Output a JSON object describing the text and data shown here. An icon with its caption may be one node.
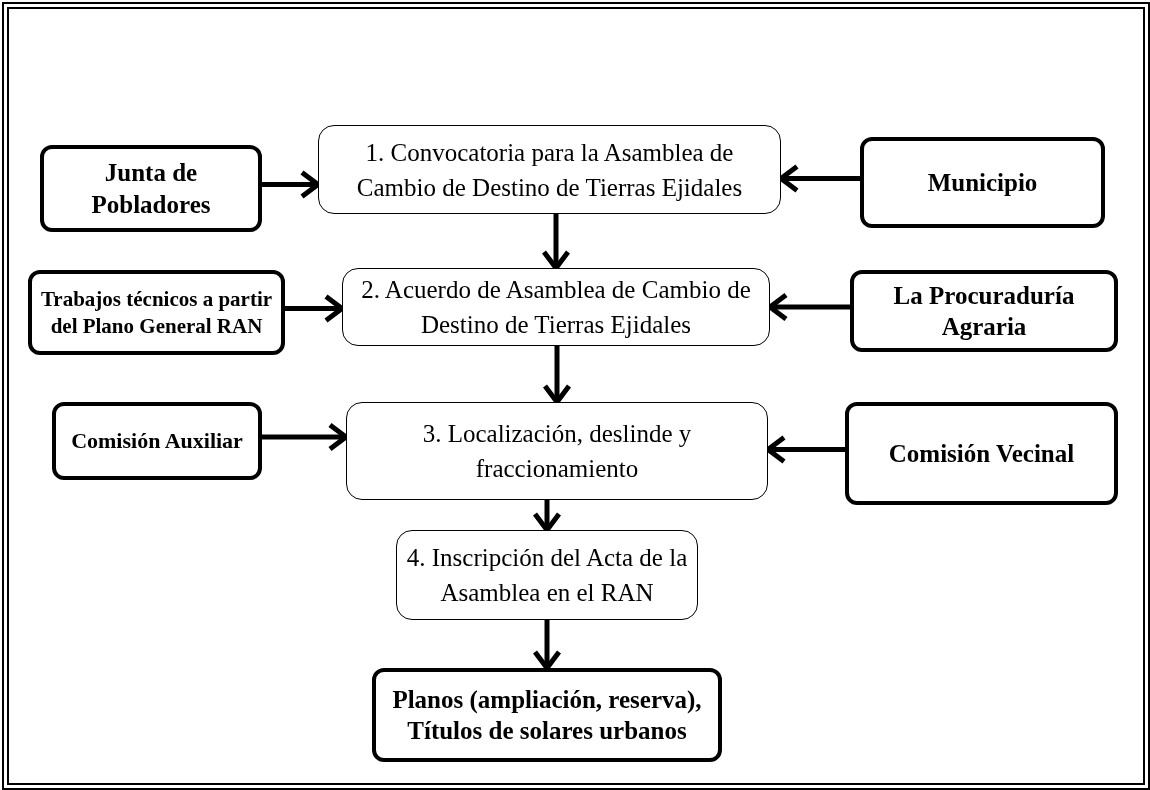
{
  "diagram": {
    "nodes": [
      {
        "text": [
          "Junta de Pobladores"
        ]
      },
      {
        "text": [
          "1. Convocatoria para la Asamblea de Cambio de Destino de Tierras Ejidales"
        ]
      },
      {
        "text": [
          "Municipio"
        ]
      },
      {
        "text": [
          "Trabajos técnicos a partir del Plano General RAN"
        ]
      },
      {
        "text": [
          "2. Acuerdo de Asamblea de Cambio de Destino de Tierras Ejidales"
        ]
      },
      {
        "text": [
          "La Procuraduría Agraria"
        ]
      },
      {
        "text": [
          "Comisión Auxiliar"
        ]
      },
      {
        "text": [
          "3. Localización, deslinde y fraccionamiento"
        ]
      },
      {
        "text": [
          "Comisión Vecinal"
        ]
      },
      {
        "text": [
          "4. Inscripción del Acta de la Asamblea en el RAN"
        ]
      },
      {
        "text": [
          "Planos (ampliación, reserva), Títulos de solares urbanos"
        ]
      }
    ],
    "edges": [
      {
        "from": 0,
        "to": 1,
        "arrow": "to"
      },
      {
        "from": 2,
        "to": 1,
        "arrow": "to"
      },
      {
        "from": 1,
        "to": 4,
        "arrow": "to"
      },
      {
        "from": 3,
        "to": 4,
        "arrow": "to"
      },
      {
        "from": 5,
        "to": 4,
        "arrow": "to"
      },
      {
        "from": 4,
        "to": 7,
        "arrow": "to"
      },
      {
        "from": 6,
        "to": 7,
        "arrow": "to"
      },
      {
        "from": 8,
        "to": 7,
        "arrow": "to"
      },
      {
        "from": 7,
        "to": 9,
        "arrow": "to"
      },
      {
        "from": 9,
        "to": 10,
        "arrow": "to"
      }
    ]
  }
}
